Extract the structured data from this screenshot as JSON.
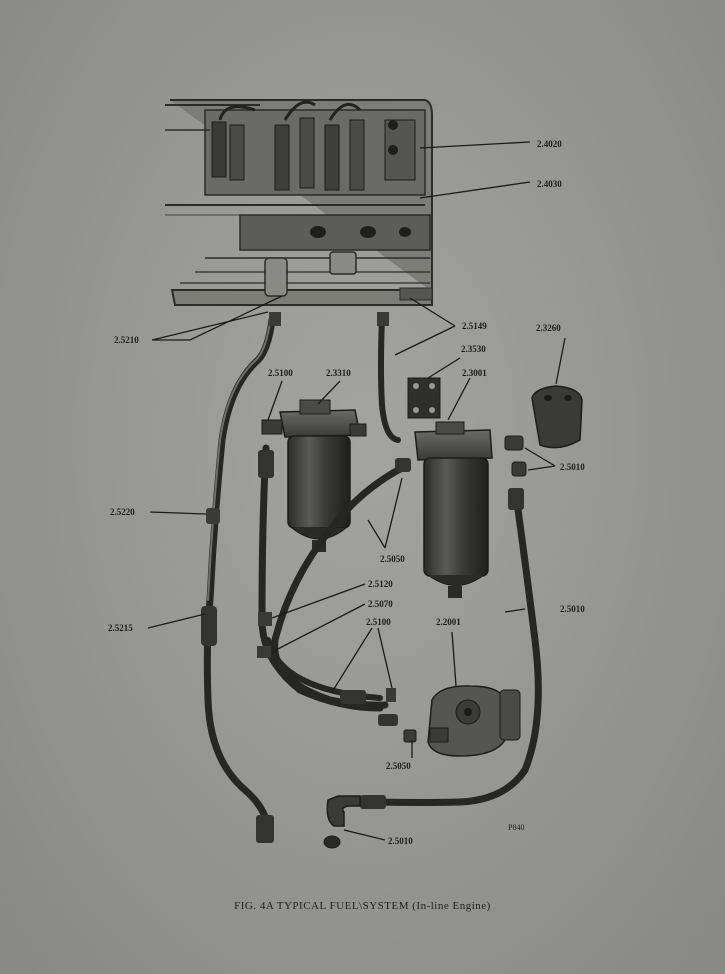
{
  "caption": "FIG. 4A  TYPICAL FUEL\\SYSTEM (In-line Engine)",
  "plate_id": "P840",
  "part_labels": {
    "p1": "2.4020",
    "p2": "2.4030",
    "p3": "2.5210",
    "p4": "2.5149",
    "p5": "2.3260",
    "p6": "2.3530",
    "p7": "2.5100",
    "p8": "2.3310",
    "p9": "2.3001",
    "p10": "2.5010",
    "p11": "2.5220",
    "p12": "2.5050",
    "p13": "2.5120",
    "p14": "2.5070",
    "p15": "2.5010",
    "p16": "2.5215",
    "p17": "2.5100",
    "p18": "2.2001",
    "p19": "2.5050",
    "p20": "2.5010"
  },
  "colors": {
    "background": "#959591",
    "metal_dark": "#2a2a28",
    "metal_mid": "#4a4a47",
    "metal_light": "#7a7a75",
    "ink": "#1b1b1b"
  }
}
